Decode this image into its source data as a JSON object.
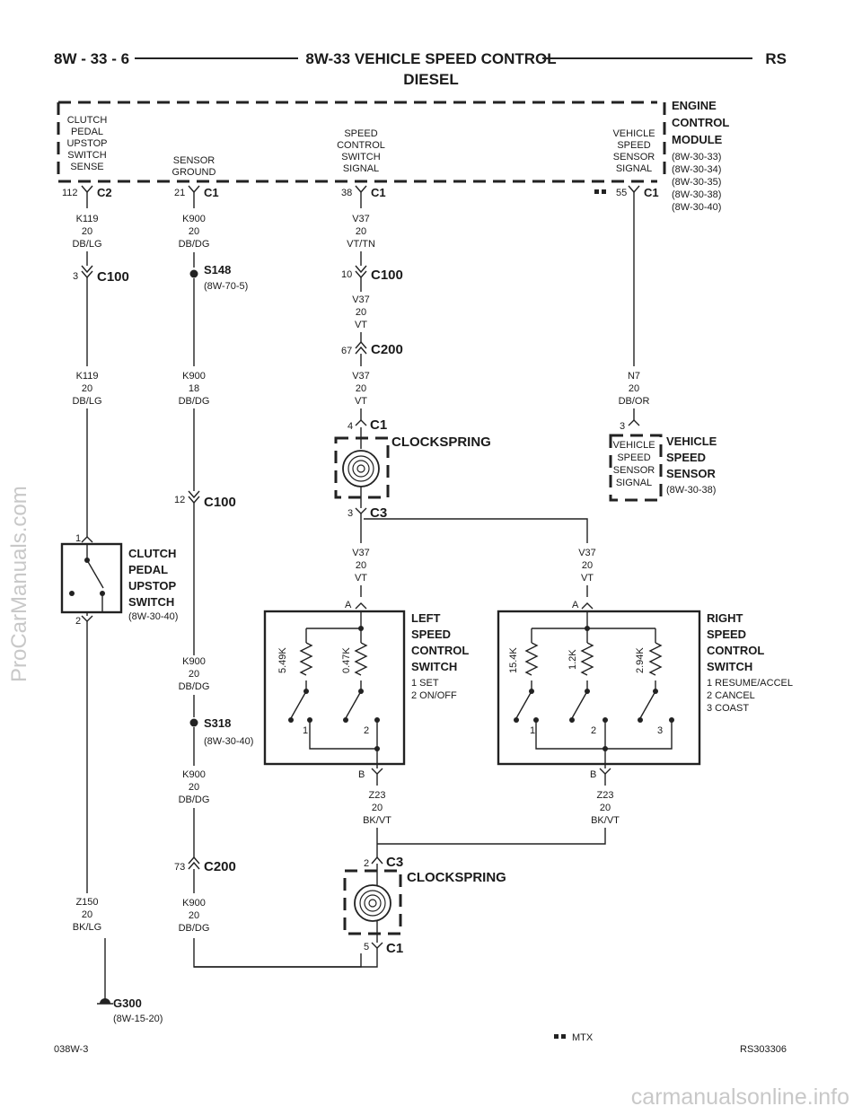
{
  "header": {
    "page": "8W - 33 - 6",
    "title": "8W-33 VEHICLE SPEED CONTROL",
    "subtitle": "DIESEL",
    "section": "RS"
  },
  "ecm": {
    "name": [
      "ENGINE",
      "CONTROL",
      "MODULE"
    ],
    "refs": [
      "(8W-30-33)",
      "(8W-30-34)",
      "(8W-30-35)",
      "(8W-30-38)",
      "(8W-30-40)"
    ],
    "pins": [
      {
        "label": [
          "CLUTCH",
          "PEDAL",
          "UPSTOP",
          "SWITCH",
          "SENSE"
        ],
        "pin": "112",
        "conn": "C2"
      },
      {
        "label": [
          "SENSOR",
          "GROUND"
        ],
        "pin": "21",
        "conn": "C1"
      },
      {
        "label": [
          "SPEED",
          "CONTROL",
          "SWITCH",
          "SIGNAL"
        ],
        "pin": "38",
        "conn": "C1"
      },
      {
        "label": [
          "VEHICLE",
          "SPEED",
          "SENSOR",
          "SIGNAL"
        ],
        "pin": "55",
        "conn": "C1"
      }
    ]
  },
  "wires": {
    "k119_top": [
      "K119",
      "20",
      "DB/LG"
    ],
    "k119_mid": [
      "K119",
      "20",
      "DB/LG"
    ],
    "k900_top": [
      "K900",
      "20",
      "DB/DG"
    ],
    "k900_mid": [
      "K900",
      "18",
      "DB/DG"
    ],
    "k900_low": [
      "K900",
      "20",
      "DB/DG"
    ],
    "k900_low2": [
      "K900",
      "20",
      "DB/DG"
    ],
    "k900_bot": [
      "K900",
      "20",
      "DB/DG"
    ],
    "v37_top": [
      "V37",
      "20",
      "VT/TN"
    ],
    "v37_a": [
      "V37",
      "20",
      "VT"
    ],
    "v37_b": [
      "V37",
      "20",
      "VT"
    ],
    "v37_left": [
      "V37",
      "20",
      "VT"
    ],
    "v37_right": [
      "V37",
      "20",
      "VT"
    ],
    "n7": [
      "N7",
      "20",
      "DB/OR"
    ],
    "z23_left": [
      "Z23",
      "20",
      "BK/VT"
    ],
    "z23_right": [
      "Z23",
      "20",
      "BK/VT"
    ],
    "z150": [
      "Z150",
      "20",
      "BK/LG"
    ]
  },
  "connectors": {
    "c100_a": {
      "pin": "3",
      "name": "C100"
    },
    "c100_b": {
      "pin": "10",
      "name": "C100"
    },
    "c100_c": {
      "pin": "12",
      "name": "C100"
    },
    "c200_a": {
      "pin": "67",
      "name": "C200"
    },
    "c200_b": {
      "pin": "73",
      "name": "C200"
    },
    "cs_c1_top": {
      "pin": "4",
      "name": "C1"
    },
    "cs_c3_top": {
      "pin": "3",
      "name": "C3"
    },
    "cs_c3_bot": {
      "pin": "2",
      "name": "C3"
    },
    "cs_c1_bot": {
      "pin": "5",
      "name": "C1"
    },
    "vss_pin": "3"
  },
  "splices": {
    "s148": {
      "name": "S148",
      "ref": "(8W-70-5)"
    },
    "s318": {
      "name": "S318",
      "ref": "(8W-30-40)"
    }
  },
  "ground": {
    "name": "G300",
    "ref": "(8W-15-20)"
  },
  "clockspring": {
    "name": "CLOCKSPRING"
  },
  "vss": {
    "name": [
      "VEHICLE",
      "SPEED",
      "SENSOR"
    ],
    "ref": "(8W-30-38)",
    "inner": [
      "VEHICLE",
      "SPEED",
      "SENSOR",
      "SIGNAL"
    ]
  },
  "clutch_switch": {
    "name": [
      "CLUTCH",
      "PEDAL",
      "UPSTOP",
      "SWITCH"
    ],
    "ref": "(8W-30-40)",
    "pin_top": "1",
    "pin_bot": "2"
  },
  "left_switch": {
    "name": [
      "LEFT",
      "SPEED",
      "CONTROL",
      "SWITCH"
    ],
    "notes": [
      "1 SET",
      "2 ON/OFF"
    ],
    "resistors": [
      "5.49K",
      "0.47K"
    ],
    "contacts": [
      "1",
      "2"
    ],
    "pin_a": "A",
    "pin_b": "B"
  },
  "right_switch": {
    "name": [
      "RIGHT",
      "SPEED",
      "CONTROL",
      "SWITCH"
    ],
    "notes": [
      "1 RESUME/ACCEL",
      "2 CANCEL",
      "3 COAST"
    ],
    "resistors": [
      "15.4K",
      "1.2K",
      "2.94K"
    ],
    "contacts": [
      "1",
      "2",
      "3"
    ],
    "pin_a": "A",
    "pin_b": "B"
  },
  "legend": {
    "mtx": "MTX"
  },
  "footer": {
    "left": "038W-3",
    "right": "RS303306"
  },
  "watermarks": {
    "side": "ProCarManuals.com",
    "bottom": "carmanualsonline.info"
  }
}
